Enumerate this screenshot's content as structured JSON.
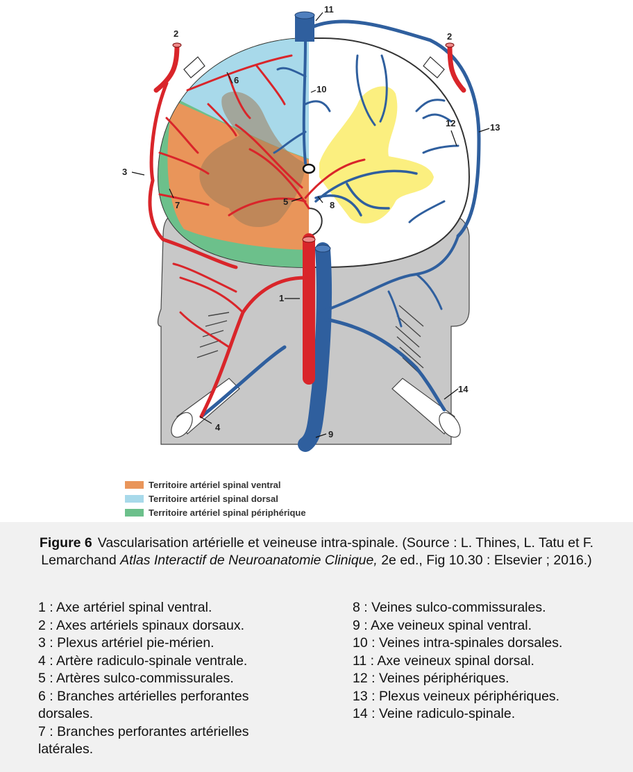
{
  "labels": {
    "l1": "1",
    "l2a": "2",
    "l2b": "2",
    "l3": "3",
    "l4": "4",
    "l5": "5",
    "l6": "6",
    "l7": "7",
    "l8": "8",
    "l9": "9",
    "l10": "10",
    "l11": "11",
    "l12": "12",
    "l13": "13",
    "l14": "14"
  },
  "legend": [
    {
      "label": "Territoire artériel spinal ventral",
      "color": "#e9955a"
    },
    {
      "label": "Territoire artériel spinal dorsal",
      "color": "#a8d9ea"
    },
    {
      "label": "Territoire artériel spinal périphérique",
      "color": "#6cc08b"
    }
  ],
  "caption": {
    "label": "Figure 6",
    "text_before": "Vascularisation artérielle et veineuse intra-spinale. (Source : L. Thines, L. Tatu et F. Lemarchand ",
    "italic": "Atlas Interactif de Neuroanatomie Clinique,",
    "text_after": " 2e ed., Fig 10.30 : Elsevier ; 2016.)"
  },
  "items_left": [
    "1 : Axe artériel spinal ventral.",
    "2 : Axes artériels spinaux dorsaux.",
    "3 : Plexus artériel pie-mérien.",
    "4 : Artère radiculo-spinale ventrale.",
    "5 : Artères sulco-commissurales.",
    "6 : Branches artérielles perforantes dorsales.",
    "7 : Branches perforantes artérielles latérales."
  ],
  "items_right": [
    "8 : Veines sulco-commissurales.",
    "9 : Axe veineux spinal ventral.",
    "10 : Veines intra-spinales dorsales.",
    "11 : Axe veineux spinal dorsal.",
    "12 : Veines périphériques.",
    "13 : Plexus veineux périphériques.",
    "14 : Veine radiculo-spinale."
  ],
  "colors": {
    "artery": "#d9252a",
    "vein": "#2f5f9e",
    "grey": "#c8c8c8",
    "yellow": "#fbef7f"
  }
}
